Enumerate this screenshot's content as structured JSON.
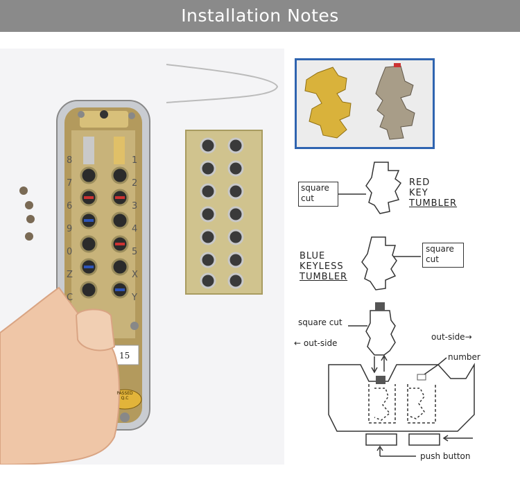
{
  "banner": {
    "title": "Installation Notes"
  },
  "lock": {
    "left_labels": [
      "8",
      "7",
      "6",
      "9",
      "0",
      "Z",
      "C"
    ],
    "right_labels": [
      "1",
      "2",
      "3",
      "4",
      "5",
      "X",
      "Y"
    ],
    "plate_number": "15",
    "sticker_line1": "PASSED",
    "sticker_line2": "Q.C"
  },
  "diagram": {
    "red_label_line1": "RED",
    "red_label_line2": "KEY",
    "red_label_line3": "TUMBLER",
    "blue_label_line1": "BLUE",
    "blue_label_line2": "KEYLESS",
    "blue_label_line3": "TUMBLER",
    "square_cut_1_line1": "square",
    "square_cut_1_line2": "cut",
    "square_cut_2_line1": "square",
    "square_cut_2_line2": "cut",
    "square_cut_3": "square cut",
    "outside_left": "← out-side",
    "outside_right": "out-side→",
    "number": "number",
    "push_button": "push button"
  }
}
